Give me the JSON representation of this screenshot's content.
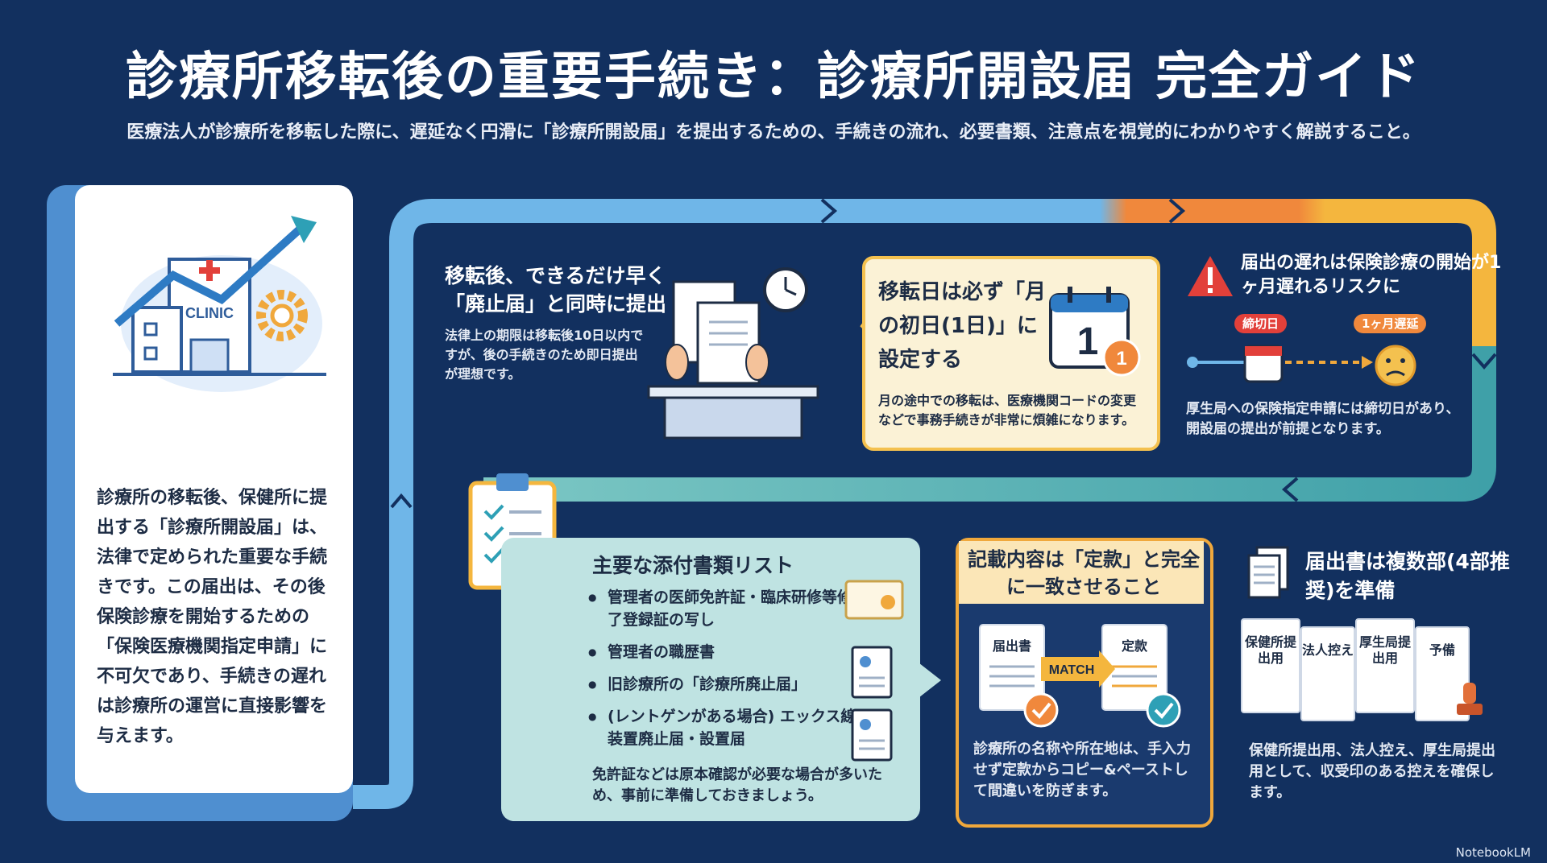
{
  "title": "診療所移転後の重要手続き：診療所開設届 完全ガイド",
  "subtitle": "医療法人が診療所を移転した際に、遅延なく円滑に「診療所開設届」を提出するための、手続きの流れ、必要書類、注意点を視覚的にわかりやすく解説すること。",
  "intro": {
    "illustration_label": "CLINIC",
    "text": "診療所の移転後、保健所に提出する「診療所開設届」は、法律で定められた重要な手続きです。この届出は、その後保険診療を開始するための「保険医療機関指定申請」に不可欠であり、手続きの遅れは診療所の運営に直接影響を与えます。"
  },
  "step_submit": {
    "heading": "移転後、できるだけ早く「廃止届」と同時に提出",
    "body": "法律上の期限は移転後10日以内ですが、後の手続きのため即日提出が理想です。"
  },
  "step_date": {
    "heading": "移転日は必ず「月の初日(1日)」に設定する",
    "calendar_day": "1",
    "badge": "1",
    "body": "月の途中での移転は、医療機関コードの変更などで事務手続きが非常に煩雑になります。"
  },
  "step_risk": {
    "heading": "届出の遅れは保険診療の開始が1ヶ月遅れるリスクに",
    "deadline_label": "締切日",
    "delay_label": "1ヶ月遅延",
    "body": "厚生局への保険指定申請には締切日があり、開設届の提出が前提となります。"
  },
  "attachments": {
    "title": "主要な添付書類リスト",
    "items": [
      "管理者の医師免許証・臨床研修等修了登録証の写し",
      "管理者の職歴書",
      "旧診療所の「診療所廃止届」",
      "(レントゲンがある場合) エックス線装置廃止届・設置届"
    ],
    "note": "免許証などは原本確認が必要な場合が多いため、事前に準備しておきましょう。"
  },
  "match": {
    "title": "記載内容は「定款」と完全に一致させること",
    "doc_left": "届出書",
    "doc_right": "定款",
    "match_label": "MATCH",
    "body": "診療所の名称や所在地は、手入力せず定款からコピー&ペーストして間違いを防ぎます。"
  },
  "copies": {
    "title": "届出書は複数部(4部推奨)を準備",
    "papers": [
      "保健所提出用",
      "法人控え",
      "厚生局提出用",
      "予備"
    ],
    "body": "保健所提出用、法人控え、厚生局提出用として、収受印のある控えを確保します。"
  },
  "footer": "NotebookLM",
  "colors": {
    "background": "#12305f",
    "blue": "#4f8fd0",
    "orange": "#f0883c",
    "yellow": "#f4c14f",
    "teal": "#5fb3b3",
    "red": "#e2403a"
  }
}
